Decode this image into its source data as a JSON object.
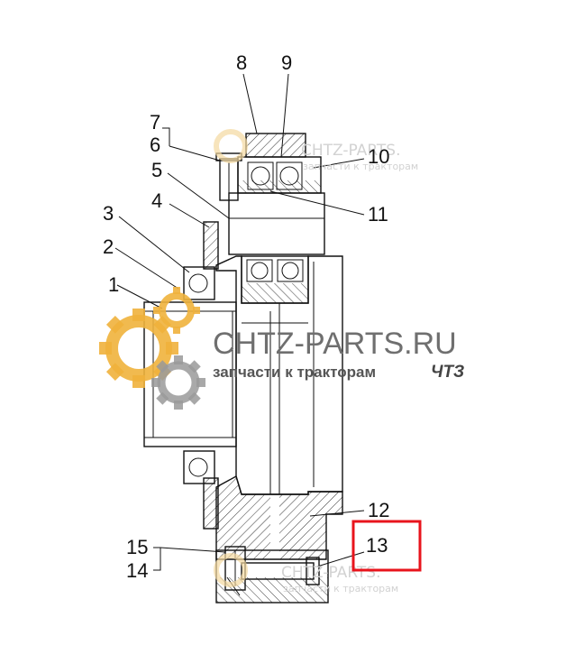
{
  "callouts": [
    {
      "label": "1"
    },
    {
      "label": "2"
    },
    {
      "label": "3"
    },
    {
      "label": "4"
    },
    {
      "label": "5"
    },
    {
      "label": "6"
    },
    {
      "label": "7"
    },
    {
      "label": "8"
    },
    {
      "label": "9"
    },
    {
      "label": "10"
    },
    {
      "label": "11"
    },
    {
      "label": "12"
    },
    {
      "label": "13"
    },
    {
      "label": "14"
    },
    {
      "label": "15"
    }
  ],
  "highlight": {
    "label": "13",
    "color": "#e8141c"
  },
  "watermark": {
    "brand": "CHTZ-PARTS.RU",
    "tagline": "запчасти к тракторам",
    "tagline_suffix": "ЧТЗ",
    "small_brand": "CHTZ-PARTS.",
    "small_tagline": "запчасти к тракторам",
    "gear_color_orange": "#f0b23c",
    "gear_color_gray": "#9a9a9a"
  }
}
